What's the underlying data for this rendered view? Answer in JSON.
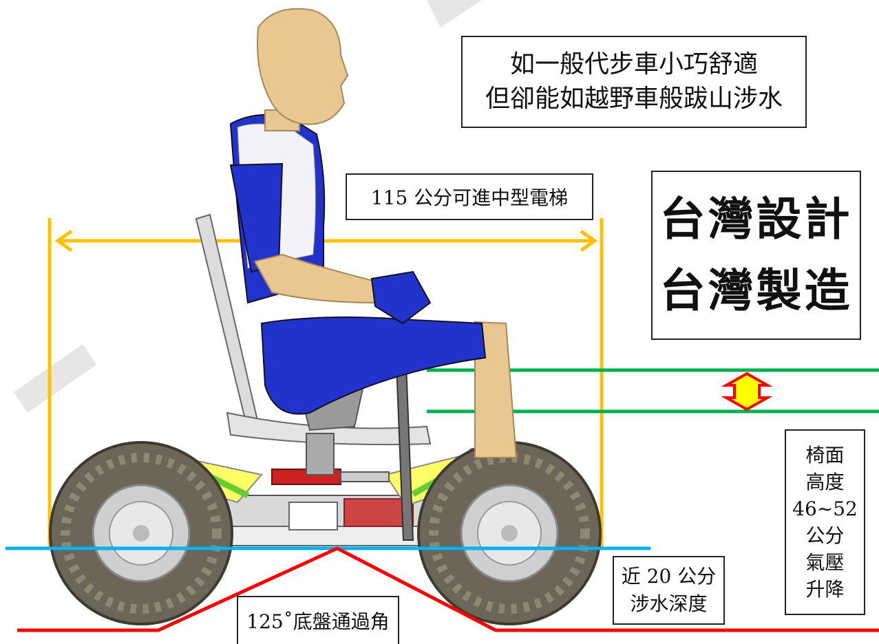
{
  "slogan": {
    "line1": "如一般代步車小巧舒適",
    "line2": "但卻能如越野車般跋山涉水"
  },
  "elevator_label": "115 公分可進中型電梯",
  "made_in_taiwan": {
    "line1": "台灣設計",
    "line2": "台灣製造"
  },
  "seat_height": {
    "lines": [
      "椅面",
      "高度",
      "46~52",
      "公分",
      "氣壓",
      "升降"
    ]
  },
  "water_depth": {
    "line1": "近 20 公分",
    "line2": "涉水深度"
  },
  "chassis_angle": "125˚底盤通過角",
  "colors": {
    "width_marker": "#ffc000",
    "ground_line": "#00b0f0",
    "angle_line": "#ff0000",
    "height_line": "#00b050",
    "arrow_fill": "#ffff00",
    "body_blue": "#2233cc",
    "skin": "#e8c890",
    "tire": "#6b6657"
  }
}
